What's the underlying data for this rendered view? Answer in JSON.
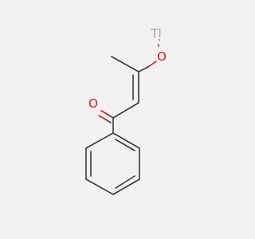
{
  "structure": {
    "atoms": {
      "tl": {
        "symbol": "Tl",
        "color": "#b5a0a9"
      },
      "o_enol": {
        "symbol": "O",
        "color": "#ff0d0d"
      },
      "o_carbonyl": {
        "symbol": "O",
        "color": "#ff0d0d"
      }
    },
    "colors": {
      "bond": "#3a3a3a",
      "oxygen": "#ff0d0d",
      "thallium": "#b5a0a9",
      "background": "#f2f2f2"
    }
  }
}
